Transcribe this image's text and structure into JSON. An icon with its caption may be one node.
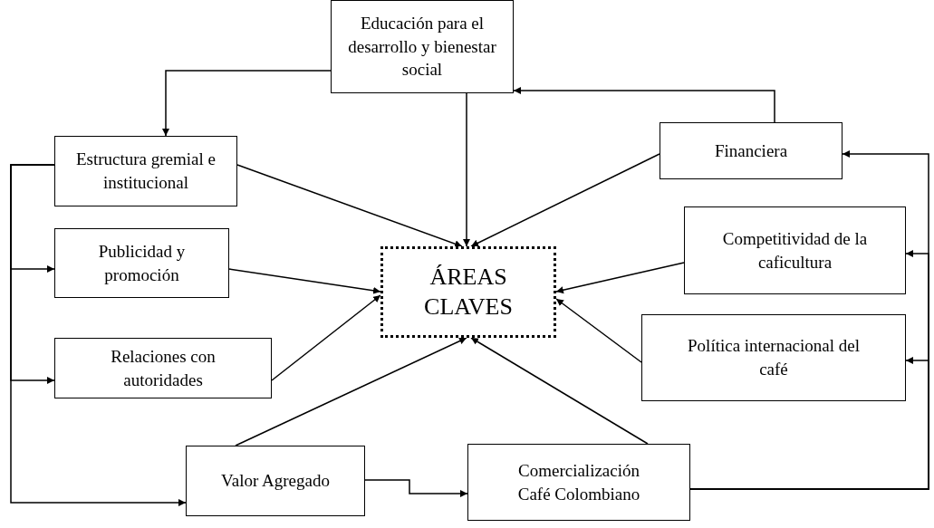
{
  "diagram": {
    "nodes": [
      {
        "text": [
          "Educación para el desarrollo y bienestar social"
        ]
      },
      {
        "text": [
          "Estructura gremial e institucional"
        ]
      },
      {
        "text": [
          "Financiera"
        ]
      },
      {
        "text": [
          "Publicidad y promoción"
        ]
      },
      {
        "text": [
          "ÁREAS CLAVES"
        ]
      },
      {
        "text": [
          "Competitividad de la caficultura"
        ]
      },
      {
        "text": [
          "Relaciones con autoridades"
        ]
      },
      {
        "text": [
          "Política internacional del café"
        ]
      },
      {
        "text": [
          "Valor Agregado"
        ]
      },
      {
        "text": [
          "Comercialización Café Colombiano"
        ]
      }
    ],
    "edges": [
      {
        "from": 0,
        "to": 4,
        "arrow": "to"
      },
      {
        "from": 0,
        "to": 1,
        "arrow": "to"
      },
      {
        "from": 2,
        "to": 0,
        "arrow": "to"
      },
      {
        "from": 1,
        "to": 4,
        "arrow": "to"
      },
      {
        "from": 2,
        "to": 4,
        "arrow": "to"
      },
      {
        "from": 3,
        "to": 4,
        "arrow": "to"
      },
      {
        "from": 5,
        "to": 4,
        "arrow": "to"
      },
      {
        "from": 6,
        "to": 4,
        "arrow": "to"
      },
      {
        "from": 7,
        "to": 4,
        "arrow": "to"
      },
      {
        "from": 8,
        "to": 4,
        "arrow": "to"
      },
      {
        "from": 9,
        "to": 4,
        "arrow": "to"
      },
      {
        "from": 8,
        "to": 9,
        "arrow": "to"
      },
      {
        "from": 1,
        "to": 3,
        "arrow": "to"
      },
      {
        "from": 1,
        "to": 6,
        "arrow": "to"
      },
      {
        "from": 1,
        "to": 8,
        "arrow": "to"
      },
      {
        "from": 9,
        "to": 2,
        "arrow": "to"
      },
      {
        "from": 9,
        "to": 5,
        "arrow": "to"
      },
      {
        "from": 9,
        "to": 7,
        "arrow": "to"
      }
    ]
  }
}
